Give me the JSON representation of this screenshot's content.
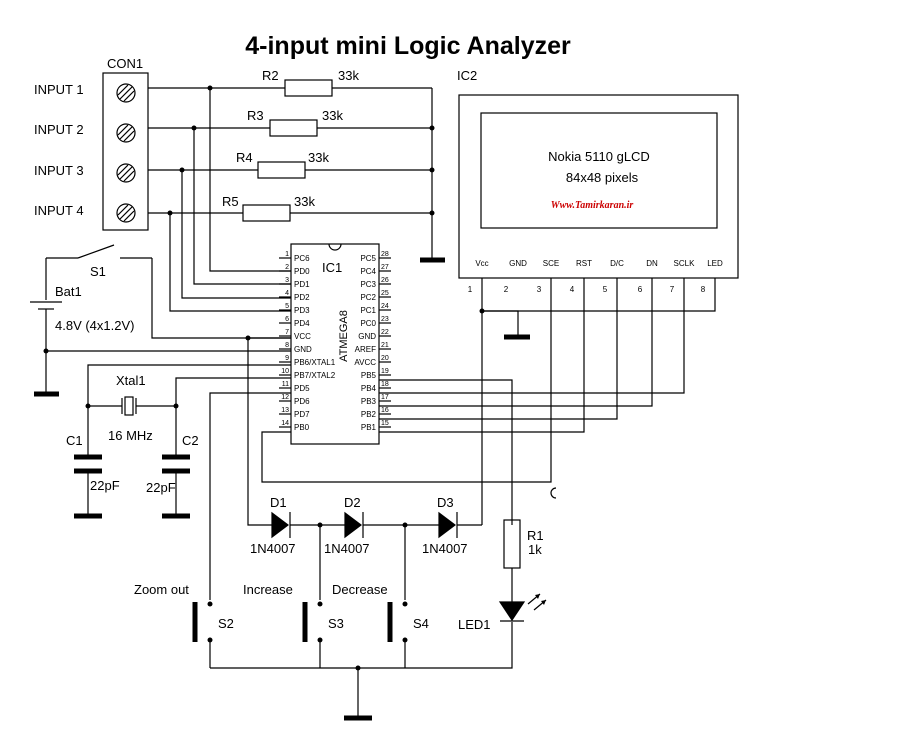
{
  "title": "4-input mini Logic Analyzer",
  "connector": {
    "name": "CON1",
    "inputs": [
      "INPUT 1",
      "INPUT 2",
      "INPUT 3",
      "INPUT 4"
    ]
  },
  "resistors": [
    {
      "name": "R2",
      "value": "33k"
    },
    {
      "name": "R3",
      "value": "33k"
    },
    {
      "name": "R4",
      "value": "33k"
    },
    {
      "name": "R5",
      "value": "33k"
    },
    {
      "name": "R1",
      "value": "1k"
    }
  ],
  "switch_power": "S1",
  "battery": {
    "name": "Bat1",
    "value": "4.8V (4x1.2V)"
  },
  "crystal": {
    "name": "Xtal1",
    "value": "16 MHz"
  },
  "capacitors": [
    {
      "name": "C1",
      "value": "22pF"
    },
    {
      "name": "C2",
      "value": "22pF"
    }
  ],
  "mcu": {
    "name": "IC1",
    "part": "ATMEGA8",
    "left_pins": [
      {
        "num": "1",
        "name": "PC6"
      },
      {
        "num": "2",
        "name": "PD0"
      },
      {
        "num": "3",
        "name": "PD1"
      },
      {
        "num": "4",
        "name": "PD2"
      },
      {
        "num": "5",
        "name": "PD3"
      },
      {
        "num": "6",
        "name": "PD4"
      },
      {
        "num": "7",
        "name": "VCC"
      },
      {
        "num": "8",
        "name": "GND"
      },
      {
        "num": "9",
        "name": "PB6/XTAL1"
      },
      {
        "num": "10",
        "name": "PB7/XTAL2"
      },
      {
        "num": "11",
        "name": "PD5"
      },
      {
        "num": "12",
        "name": "PD6"
      },
      {
        "num": "13",
        "name": "PD7"
      },
      {
        "num": "14",
        "name": "PB0"
      }
    ],
    "right_pins": [
      {
        "num": "28",
        "name": "PC5"
      },
      {
        "num": "27",
        "name": "PC4"
      },
      {
        "num": "26",
        "name": "PC3"
      },
      {
        "num": "25",
        "name": "PC2"
      },
      {
        "num": "24",
        "name": "PC1"
      },
      {
        "num": "23",
        "name": "PC0"
      },
      {
        "num": "22",
        "name": "GND"
      },
      {
        "num": "21",
        "name": "AREF"
      },
      {
        "num": "20",
        "name": "AVCC"
      },
      {
        "num": "19",
        "name": "PB5"
      },
      {
        "num": "18",
        "name": "PB4"
      },
      {
        "num": "17",
        "name": "PB3"
      },
      {
        "num": "16",
        "name": "PB2"
      },
      {
        "num": "15",
        "name": "PB1"
      }
    ]
  },
  "lcd": {
    "name": "IC2",
    "line1": "Nokia 5110 gLCD",
    "line2": "84x48 pixels",
    "watermark": "Www.Tamirkaran.ir",
    "pins": [
      {
        "num": "1",
        "name": "Vcc"
      },
      {
        "num": "2",
        "name": "GND"
      },
      {
        "num": "3",
        "name": "SCE"
      },
      {
        "num": "4",
        "name": "RST"
      },
      {
        "num": "5",
        "name": "D/C"
      },
      {
        "num": "6",
        "name": "DN"
      },
      {
        "num": "7",
        "name": "SCLK"
      },
      {
        "num": "8",
        "name": "LED"
      }
    ]
  },
  "diodes": [
    {
      "name": "D1",
      "value": "1N4007"
    },
    {
      "name": "D2",
      "value": "1N4007"
    },
    {
      "name": "D3",
      "value": "1N4007"
    }
  ],
  "buttons": [
    {
      "name": "S2",
      "label": "Zoom out"
    },
    {
      "name": "S3",
      "label": "Increase"
    },
    {
      "name": "S4",
      "label": "Decrease"
    }
  ],
  "led": "LED1"
}
